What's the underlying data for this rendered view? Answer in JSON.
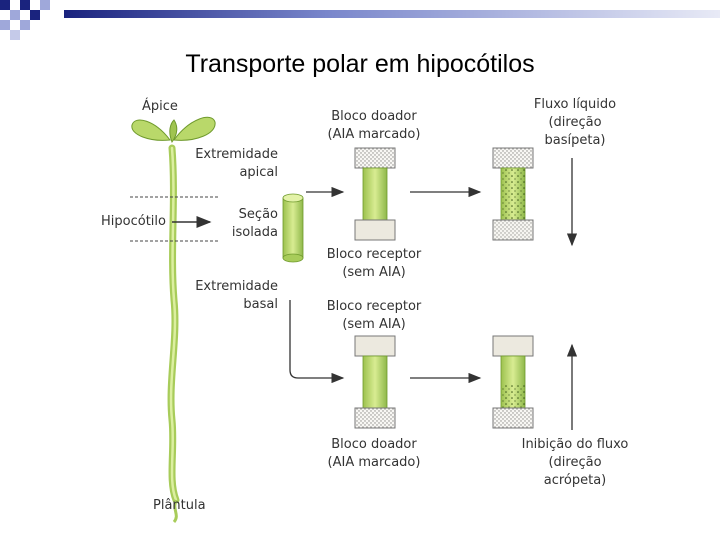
{
  "title": "Transporte polar em hipocótilos",
  "labels": {
    "apice": "Ápice",
    "extremidade_apical": [
      "Extremidade",
      "apical"
    ],
    "hipocotilo": "Hipocótilo",
    "secao_isolada": [
      "Seção",
      "isolada"
    ],
    "extremidade_basal": [
      "Extremidade",
      "basal"
    ],
    "plantula": "Plântula",
    "bloco_doador_top": [
      "Bloco doador",
      "(AIA marcado)"
    ],
    "bloco_receptor_top": [
      "Bloco receptor",
      "(sem AIA)"
    ],
    "bloco_receptor_bottom": [
      "Bloco receptor",
      "(sem AIA)"
    ],
    "bloco_doador_bottom": [
      "Bloco doador",
      "(AIA marcado)"
    ],
    "fluxo_liquido": [
      "Fluxo líquido",
      "(direção",
      "basípeta)"
    ],
    "inibicao_fluxo": [
      "Inibição do fluxo",
      "(direção",
      "acrópeta)"
    ]
  },
  "colors": {
    "stem_green": "#c8e07a",
    "stem_dark": "#8fb84a",
    "block_fill": "#ece9df",
    "block_edge": "#777777",
    "dot": "#555555",
    "arrow": "#333333",
    "accent_blue": "#1a237e"
  }
}
